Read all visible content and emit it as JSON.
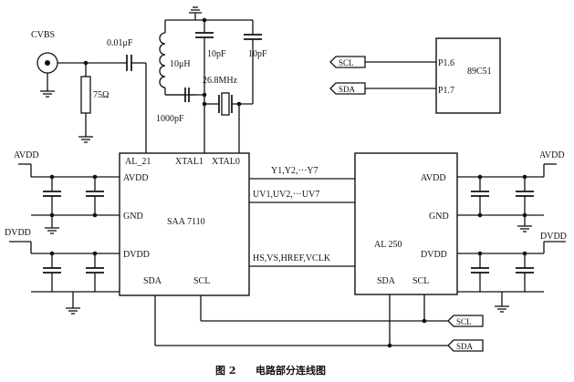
{
  "caption": {
    "figure_number": "图 2",
    "title": "电路部分连线图"
  },
  "input": {
    "cvbs_label": "CVBS",
    "coupling_cap": "0.01μF",
    "terminator": "75Ω"
  },
  "crystal": {
    "inductor": "10μH",
    "cap_c1": "10pF",
    "cap_c2": "10pF",
    "cap_series": "1000pF",
    "frequency": "26.8MHz"
  },
  "saa7110": {
    "name": "SAA 7110",
    "pin_al21": "AL_21",
    "pin_xtal1": "XTAL1",
    "pin_xtal0": "XTAL0",
    "pin_avdd": "AVDD",
    "pin_gnd": "GND",
    "pin_dvdd": "DVDD",
    "pin_sda": "SDA",
    "pin_scl": "SCL"
  },
  "al250": {
    "name": "AL 250",
    "pin_avdd": "AVDD",
    "pin_gnd": "GND",
    "pin_dvdd": "DVDD",
    "pin_sda": "SDA",
    "pin_scl": "SCL"
  },
  "mcu": {
    "name": "89C51",
    "pin_p16": "P1.6",
    "pin_p17": "P1.7"
  },
  "buses": {
    "y_bus": "Y1,Y2,···Y7",
    "uv_bus": "UV1,UV2,···UV7",
    "sync_bus": "HS,VS,HREF,VCLK"
  },
  "rails": {
    "avdd_left": "AVDD",
    "dvdd_left": "DVDD",
    "avdd_right": "AVDD",
    "dvdd_right": "DVDD"
  },
  "connectors": {
    "scl_mcu": "SCL",
    "sda_mcu": "SDA",
    "scl_bottom": "SCL",
    "sda_bottom": "SDA"
  }
}
